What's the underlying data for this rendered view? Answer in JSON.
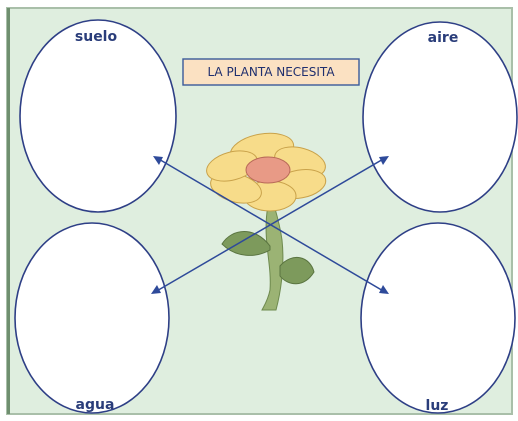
{
  "title": "LA PLANTA NECESITA",
  "needs": [
    "suelo",
    "aire",
    "agua",
    "luz"
  ],
  "colors": {
    "background": "#dfeedf",
    "frame": "#a9bfa9",
    "oval_stroke": "#2e3f86",
    "oval_fill": "#ffffff",
    "title_box_fill": "#fbe1c2",
    "title_box_stroke": "#3a5a9a",
    "arrow": "#2e4a9a",
    "label_text": "#2a3d7a",
    "petal": "#f7dc8a",
    "flower_center": "#e89a86",
    "stem": "#9bb374",
    "leaf": "#7d9a5c"
  },
  "icons": [
    "flower-icon"
  ]
}
